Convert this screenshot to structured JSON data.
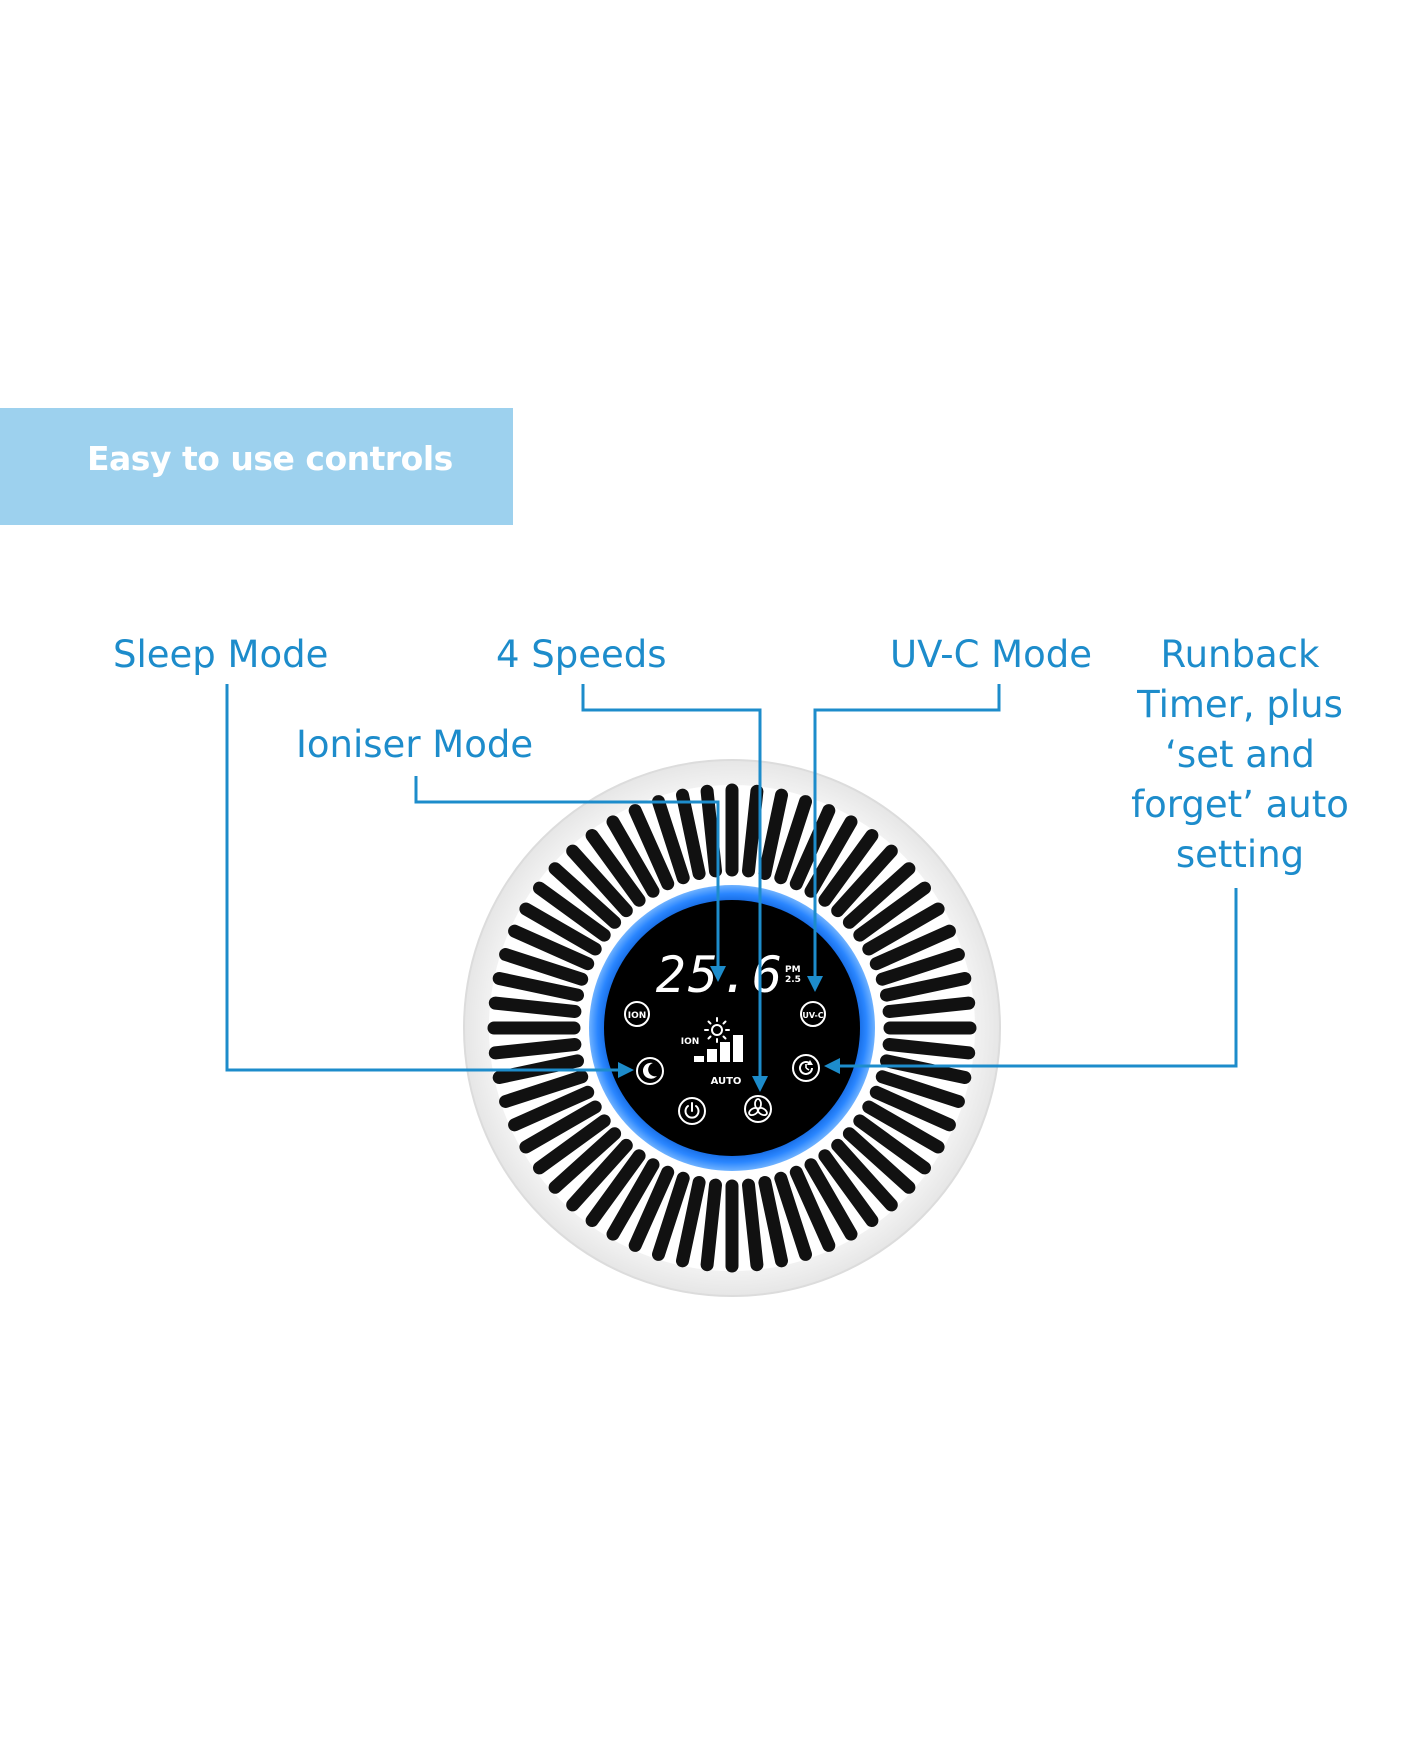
{
  "header": {
    "title": "Easy to use controls"
  },
  "callouts": {
    "sleep_mode": "Sleep Mode",
    "four_speeds": "4 Speeds",
    "uvc_mode": "UV-C Mode",
    "ioniser_mode": "Ioniser Mode",
    "runback_timer": "Runback\nTimer, plus\n‘set and\nforget’ auto\nsetting"
  },
  "panel": {
    "display_value": "25.6",
    "display_unit_top": "PM",
    "display_unit_bottom": "2.5",
    "ion_button_label": "ION",
    "uvc_button_label": "UV-C",
    "ion_indicator_label": "ION",
    "auto_indicator_label": "AUTO",
    "speed_levels_shown": 4,
    "icons": {
      "ion_button": "ion-button-icon",
      "uvc_button": "uvc-button-icon",
      "sleep_button": "moon-icon",
      "timer_button": "timer-icon",
      "power_button": "power-icon",
      "fan_button": "fan-icon",
      "light_indicator": "sun-icon"
    }
  },
  "colors": {
    "accent": "#1d8ccb",
    "banner": "#9dd1ee",
    "ring_glow": "#1a6fe0",
    "panel": "#000000",
    "housing": "#ffffff"
  }
}
